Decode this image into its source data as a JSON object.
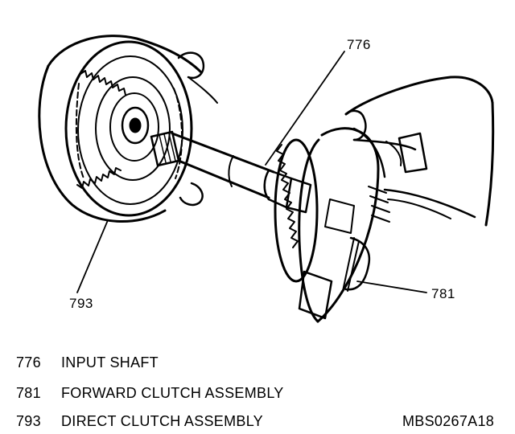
{
  "callouts": {
    "input_shaft": "776",
    "forward_clutch": "781",
    "direct_clutch": "793"
  },
  "legend": [
    {
      "number": "776",
      "label": "INPUT SHAFT"
    },
    {
      "number": "781",
      "label": "FORWARD CLUTCH ASSEMBLY"
    },
    {
      "number": "793",
      "label": "DIRECT CLUTCH ASSEMBLY"
    }
  ],
  "reference_code": "MBS0267A18"
}
